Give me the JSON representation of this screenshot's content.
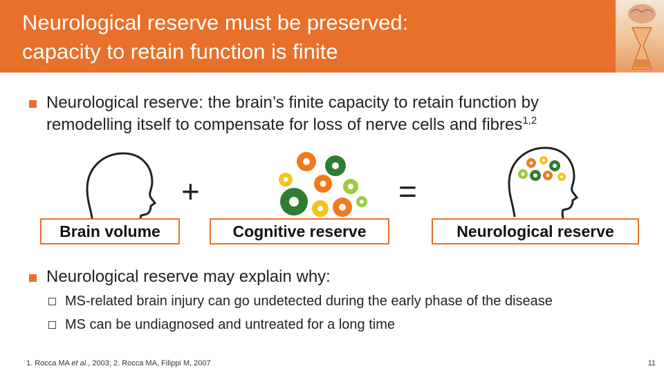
{
  "header": {
    "title_line1": "Neurological reserve must be preserved:",
    "title_line2": "capacity to retain function is finite",
    "image_icon": "brain-hourglass-icon"
  },
  "bullets": {
    "first_line1": "Neurological reserve: the brain’s finite capacity to retain function by",
    "first_line2": "remodelling itself to compensate for loss of nerve cells and fibres",
    "first_sup": "1,2",
    "second": "Neurological reserve may explain why:",
    "sub": [
      "MS-related brain injury can go undetected during the early phase of the disease",
      "MS can be undiagnosed and untreated for a long time"
    ]
  },
  "equation": {
    "term1": "Brain volume",
    "plus": "+",
    "term2": "Cognitive reserve",
    "equals": "=",
    "result": "Neurological reserve"
  },
  "colors": {
    "accent": "#e8702a",
    "gear_orange": "#f07a1e",
    "gear_green": "#2e7d32",
    "gear_yellow": "#f7c21a",
    "gear_lime": "#9ccc3c"
  },
  "footer": {
    "ref_pre": "1. Rocca MA ",
    "ref_etal": "et al.",
    "ref_post": ", 2003; 2. Rocca MA, Filippi M, 2007",
    "page": "11"
  }
}
